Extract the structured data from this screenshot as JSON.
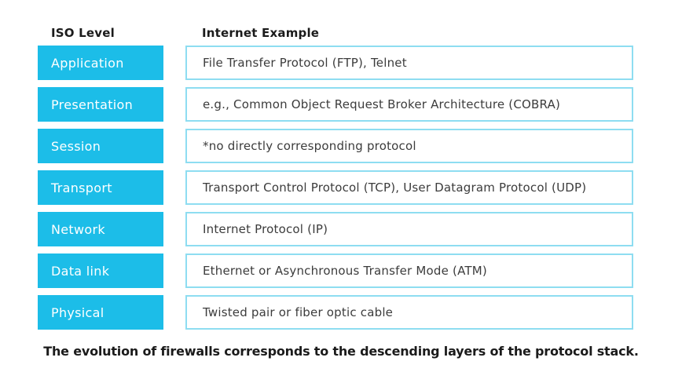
{
  "table": {
    "col1_header": "ISO Level",
    "col2_header": "Internet Example",
    "rows": [
      {
        "level": "Application",
        "example": "File Transfer Protocol (FTP), Telnet"
      },
      {
        "level": "Presentation",
        "example": "e.g., Common Object Request Broker Architecture (COBRA)"
      },
      {
        "level": "Session",
        "example": "*no directly corresponding protocol"
      },
      {
        "level": "Transport",
        "example": "Transport Control Protocol (TCP), User Datagram Protocol (UDP)"
      },
      {
        "level": "Network",
        "example": "Internet Protocol (IP)"
      },
      {
        "level": "Data link",
        "example": "Ethernet or Asynchronous Transfer Mode (ATM)"
      },
      {
        "level": "Physical",
        "example": "Twisted pair or fiber optic cable"
      }
    ]
  },
  "caption": "The evolution of firewalls corresponds to the descending layers of the protocol stack.",
  "colors": {
    "layer_fill": "#1cbde8",
    "example_border": "#8eddf1",
    "layer_text": "#ffffff",
    "body_text": "#3c3c3c",
    "heading_text": "#1b1b1b"
  }
}
